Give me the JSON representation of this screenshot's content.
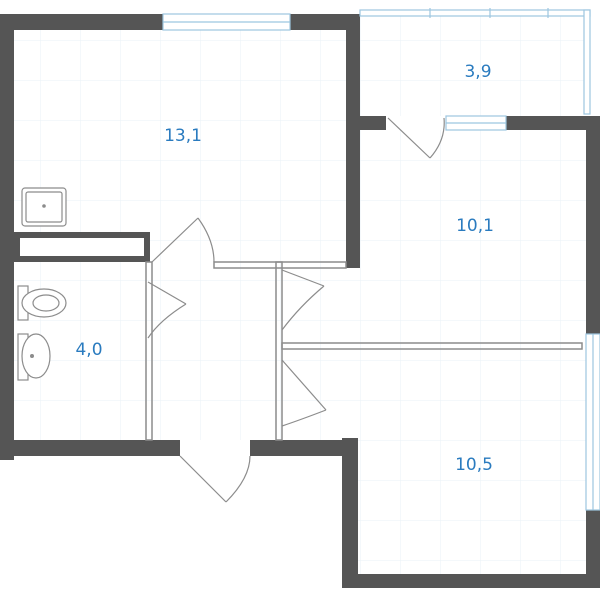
{
  "rooms": [
    {
      "id": "room-13-1",
      "area": "13,1"
    },
    {
      "id": "room-3-9",
      "area": "3,9"
    },
    {
      "id": "room-10-1",
      "area": "10,1"
    },
    {
      "id": "room-4-0",
      "area": "4,0"
    },
    {
      "id": "room-10-5",
      "area": "10,5"
    }
  ],
  "colors": {
    "wall": "#555555",
    "label": "#2a7bbf",
    "grid": "#eaf2f7",
    "window": "#9cc6e0",
    "line": "#8c8c8c"
  }
}
